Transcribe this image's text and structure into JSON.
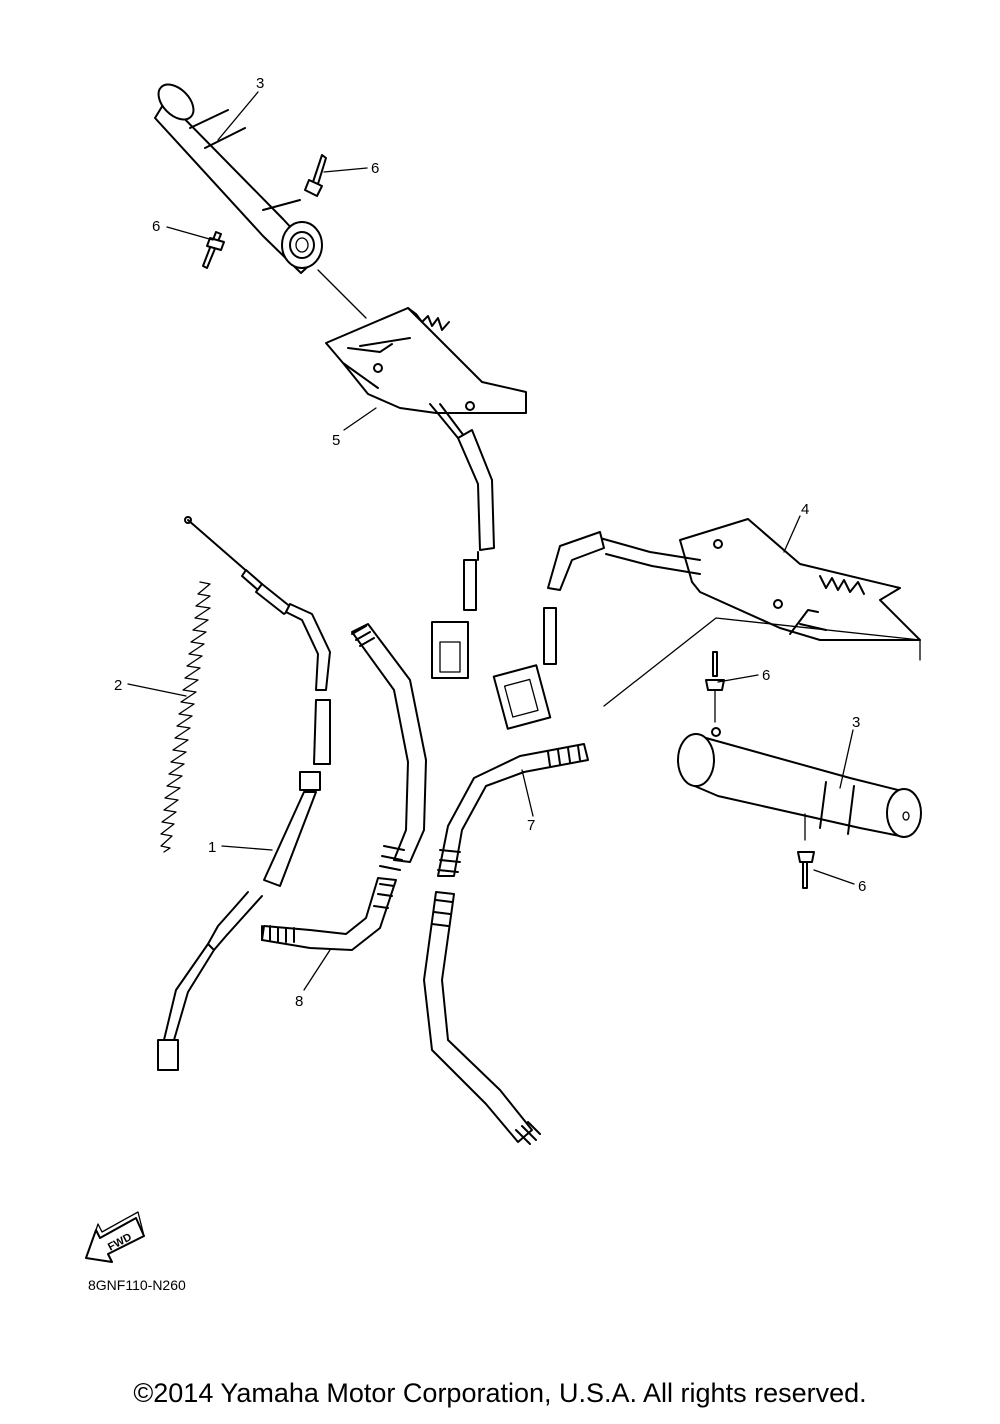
{
  "callouts": [
    {
      "id": "grip-top",
      "label": "3"
    },
    {
      "id": "rivet-top-right",
      "label": "6"
    },
    {
      "id": "rivet-top-left",
      "label": "6"
    },
    {
      "id": "heater-top",
      "label": "5"
    },
    {
      "id": "heater-right",
      "label": "4"
    },
    {
      "id": "spring",
      "label": "2"
    },
    {
      "id": "cable",
      "label": "1"
    },
    {
      "id": "rivet-mid",
      "label": "6"
    },
    {
      "id": "grip-right",
      "label": "3"
    },
    {
      "id": "tube-7",
      "label": "7"
    },
    {
      "id": "rivet-bottom",
      "label": "6"
    },
    {
      "id": "tube-8",
      "label": "8"
    }
  ],
  "fwd_label": "FWD",
  "diagram_code": "8GNF110-N260",
  "copyright": "©2014 Yamaha Motor Corporation, U.S.A. All rights reserved."
}
